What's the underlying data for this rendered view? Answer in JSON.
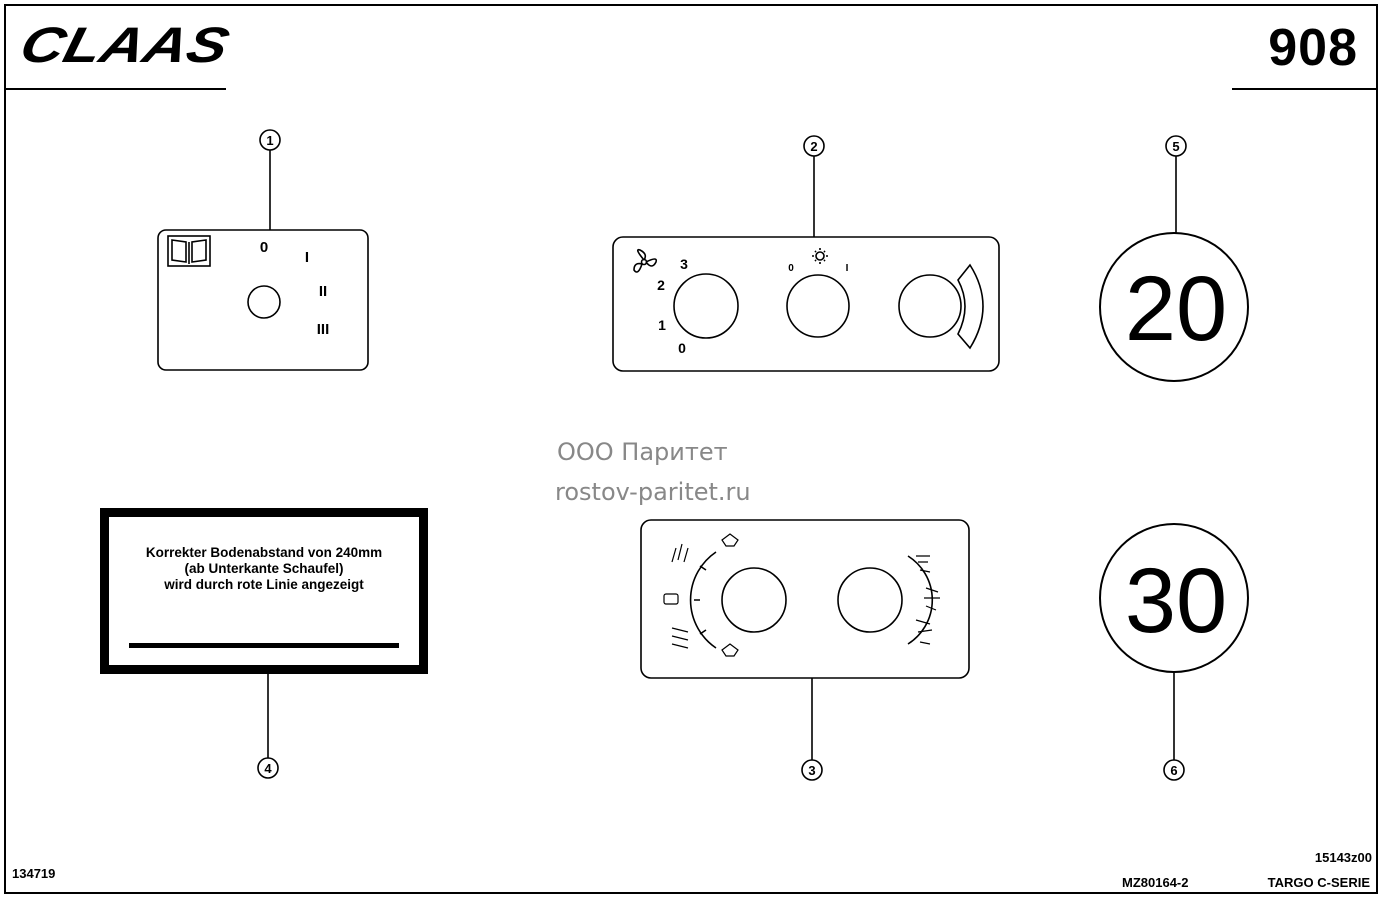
{
  "header": {
    "brand": "CLAAS",
    "page_number": "908"
  },
  "callouts": [
    "1",
    "2",
    "3",
    "4",
    "5",
    "6"
  ],
  "panel1": {
    "positions": [
      "0",
      "I",
      "II",
      "III"
    ],
    "icon": "book-icon"
  },
  "panel2": {
    "fan_scale": [
      "3",
      "2",
      "1",
      "0"
    ],
    "heater_scale": [
      "0",
      "I"
    ],
    "icons": [
      "fan-icon",
      "sun-icon",
      "temperature-arc-icon"
    ]
  },
  "panel3": {
    "icons": [
      "work-light-icons",
      "beacon-icons"
    ]
  },
  "warning_label": {
    "line1": "Korrekter Bodenabstand von 240mm",
    "line2": "(ab Unterkante Schaufel)",
    "line3": "wird durch rote Linie angezeigt"
  },
  "speed_signs": {
    "sign5": "20",
    "sign6": "30"
  },
  "watermark": {
    "line1": "ООО Паритет",
    "line2": "rostov-paritet.ru"
  },
  "footer": {
    "left_code": "134719",
    "drawing_code": "15143z00",
    "part_code": "MZ80164-2",
    "series": "TARGO C-SERIE"
  }
}
